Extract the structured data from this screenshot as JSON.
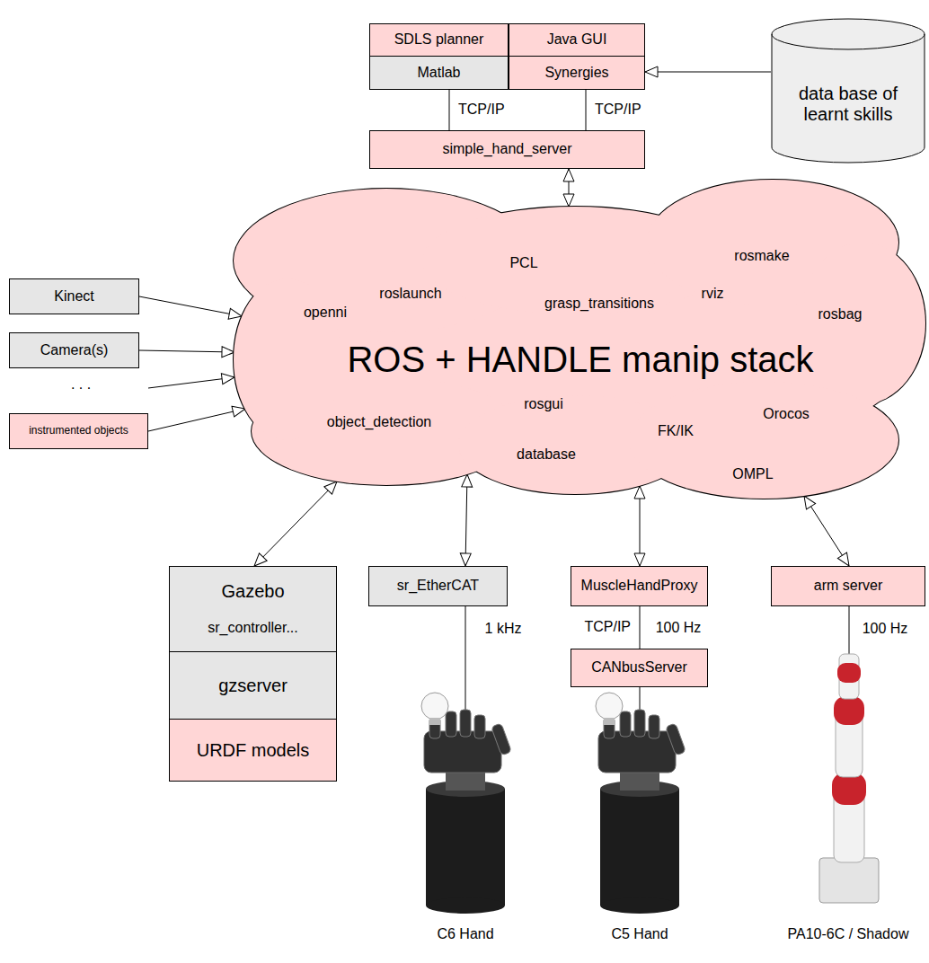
{
  "diagram": {
    "nodes": [
      {
        "text": [
          "SDLS planner"
        ]
      },
      {
        "text": [
          "Matlab"
        ]
      },
      {
        "text": [
          "Java GUI"
        ]
      },
      {
        "text": [
          "Synergies"
        ]
      },
      {
        "text": [
          "data base of learnt skills"
        ]
      },
      {
        "text": [
          "simple_hand_server"
        ]
      },
      {
        "text": [
          "Kinect"
        ]
      },
      {
        "text": [
          "Camera(s)"
        ]
      },
      {
        "text": [
          "instrumented objects"
        ]
      },
      {
        "text": [
          "ROS + HANDLE manip stack",
          "openni",
          "roslaunch",
          "PCL",
          "grasp_transitions",
          "rosmake",
          "rviz",
          "rosbag",
          "rosgui",
          "object_detection",
          "database",
          "FK/IK",
          "Orocos",
          "OMPL"
        ]
      },
      {
        "text": [
          "Gazebo",
          "sr_controller..."
        ]
      },
      {
        "text": [
          "gzserver"
        ]
      },
      {
        "text": [
          "URDF models"
        ]
      },
      {
        "text": [
          "sr_EtherCAT"
        ]
      },
      {
        "text": [
          "MuscleHandProxy"
        ]
      },
      {
        "text": [
          "CANbusServer"
        ]
      },
      {
        "text": [
          "arm server"
        ]
      }
    ],
    "edges": [
      {
        "from": 1,
        "to": 5,
        "arrow": "none",
        "label": "TCP/IP"
      },
      {
        "from": 3,
        "to": 5,
        "arrow": "none",
        "label": "TCP/IP"
      },
      {
        "from": 4,
        "to": 3,
        "arrow": "to"
      },
      {
        "from": 5,
        "to": 9,
        "arrow": "both"
      },
      {
        "from": 6,
        "to": 9,
        "arrow": "to"
      },
      {
        "from": 7,
        "to": 9,
        "arrow": "to"
      },
      {
        "from": 8,
        "to": 9,
        "arrow": "to"
      },
      {
        "from": 9,
        "to": 10,
        "arrow": "both"
      },
      {
        "from": 9,
        "to": 13,
        "arrow": "both"
      },
      {
        "from": 9,
        "to": 14,
        "arrow": "both"
      },
      {
        "from": 9,
        "to": 16,
        "arrow": "both"
      },
      {
        "from": 14,
        "to": 15,
        "arrow": "none",
        "label": "TCP/IP"
      }
    ],
    "labels": [
      ". . .",
      "1 kHz",
      "100 Hz",
      "100 Hz",
      "C6 Hand",
      "C5 Hand",
      "PA10-6C / Shadow"
    ]
  }
}
